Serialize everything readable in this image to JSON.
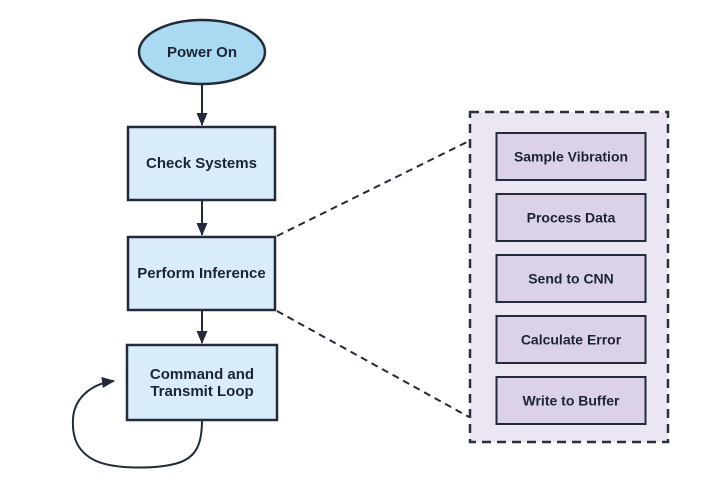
{
  "colors": {
    "background": "#ffffff",
    "start_fill": "#aadaf2",
    "step_fill": "#d9ecfa",
    "panel_fill": "#ebe6f2",
    "panel_item_fill": "#dcd2e7",
    "stroke": "#232a39",
    "text": "#1c2433"
  },
  "flowchart": {
    "start": {
      "label": "Power On"
    },
    "steps": [
      {
        "label": "Check Systems"
      },
      {
        "label": "Perform Inference"
      },
      {
        "label_line1": "Command and",
        "label_line2": "Transmit Loop"
      }
    ],
    "inference_detail": {
      "items": [
        {
          "label": "Sample Vibration"
        },
        {
          "label": "Process Data"
        },
        {
          "label": "Send to CNN"
        },
        {
          "label": "Calculate Error"
        },
        {
          "label": "Write to Buffer"
        }
      ]
    }
  }
}
